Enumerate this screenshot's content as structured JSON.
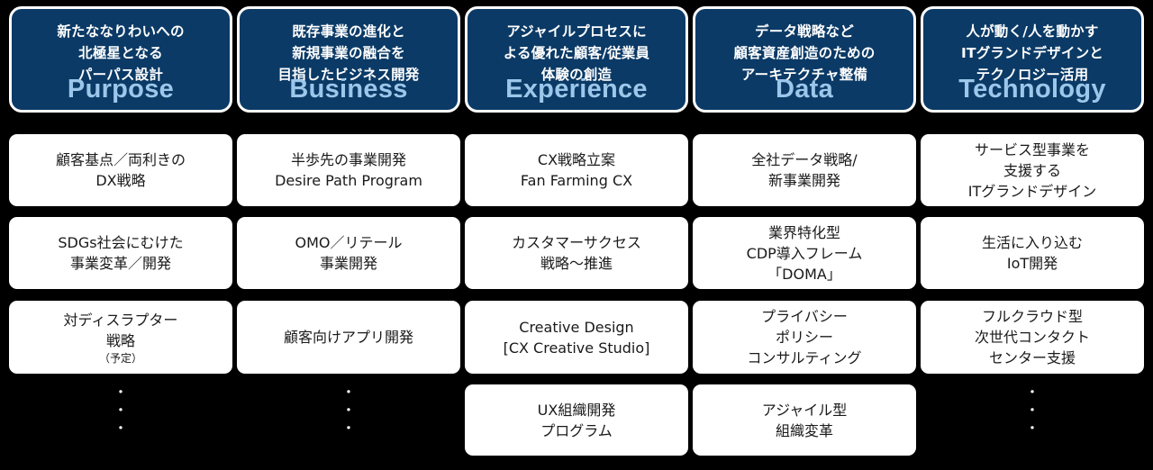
{
  "columns": [
    {
      "title_ja": "新たななりわいへの\n北極星となる\nパーパス設計",
      "title_en": "Purpose",
      "items": [
        {
          "text": "顧客基点／両利きの\nDX戦略"
        },
        {
          "text": "SDGs社会にむけた\n事業変革／開発"
        },
        {
          "text": "対ディスラプター\n戦略",
          "note": "（予定）"
        }
      ],
      "more": "･･･"
    },
    {
      "title_ja": "既存事業の進化と\n新規事業の融合を\n目指したビジネス開発",
      "title_en": "Business",
      "items": [
        {
          "text": "半歩先の事業開発\nDesire Path Program"
        },
        {
          "text": "OMO／リテール\n事業開発"
        },
        {
          "text": "顧客向けアプリ開発"
        }
      ],
      "more": "･･･"
    },
    {
      "title_ja": "アジャイルプロセスに\nよる優れた顧客/従業員\n体験の創造",
      "title_en": "Experience",
      "items": [
        {
          "text": "CX戦略立案\nFan Farming CX"
        },
        {
          "text": "カスタマーサクセス\n戦略～推進"
        },
        {
          "text": "Creative Design\n[CX Creative Studio]"
        },
        {
          "text": "UX組織開発\nプログラム"
        }
      ]
    },
    {
      "title_ja": "データ戦略など\n顧客資産創造のための\nアーキテクチャ整備",
      "title_en": "Data",
      "items": [
        {
          "text": "全社データ戦略/\n新事業開発"
        },
        {
          "text": "業界特化型\nCDP導入フレーム\n「DOMA」"
        },
        {
          "text": "プライバシー\nポリシー\nコンサルティング"
        },
        {
          "text": "アジャイル型\n組織変革"
        }
      ]
    },
    {
      "title_ja": "人が動く/人を動かす\nITグランドデザインと\nテクノロジー活用",
      "title_en": "Technology",
      "items": [
        {
          "text": "サービス型事業を\n支援する\nITグランドデザイン"
        },
        {
          "text": "生活に入り込む\nIoT開発"
        },
        {
          "text": "フルクラウド型\n次世代コンタクト\nセンター支援"
        }
      ],
      "more": "･･･"
    }
  ]
}
